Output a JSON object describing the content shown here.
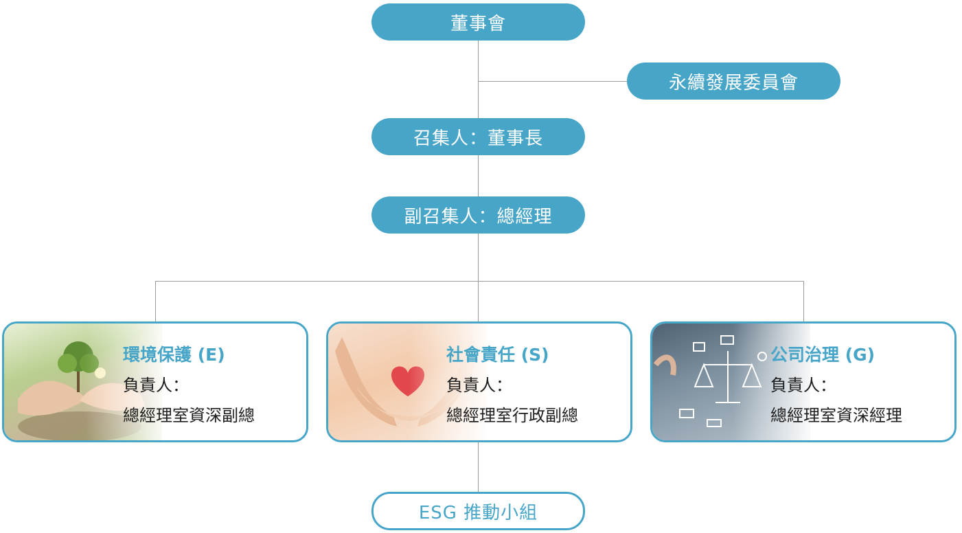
{
  "board": "董事會",
  "committee": "永續發展委員會",
  "convener": "召集人：董事長",
  "deputy": "副召集人：總經理",
  "cards": [
    {
      "title": "環境保護 (E)",
      "owner_label": "負責人：",
      "owner": "總經理室資深副總"
    },
    {
      "title": "社會責任 (S)",
      "owner_label": "負責人：",
      "owner": "總經理室行政副總"
    },
    {
      "title": "公司治理 (G)",
      "owner_label": "負責人：",
      "owner": "總經理室資深經理"
    }
  ],
  "taskforce": "ESG 推動小組",
  "colors": {
    "accent": "#47a5c8",
    "connector": "#9a9a9a",
    "text": "#1e1e1e"
  }
}
